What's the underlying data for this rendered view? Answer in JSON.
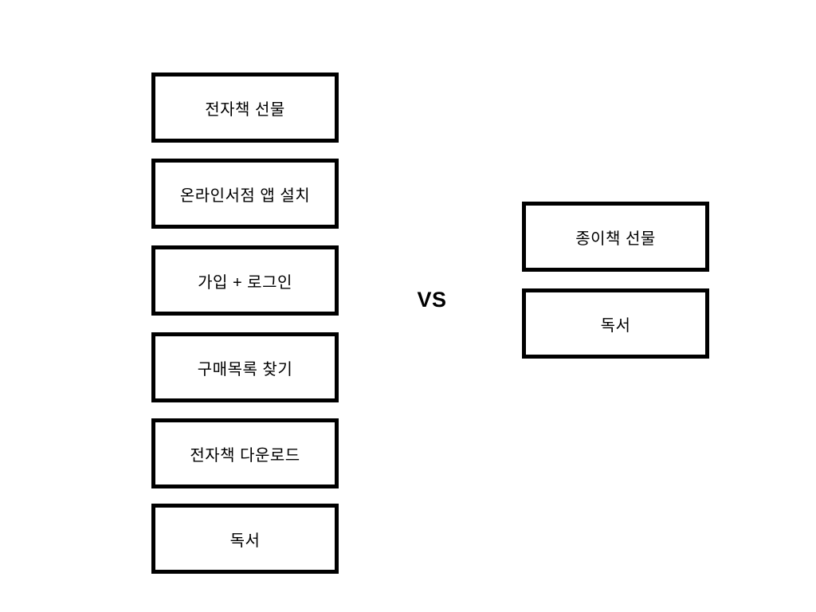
{
  "diagram": {
    "vs_label": "VS",
    "left_flow": {
      "items": [
        "전자책 선물",
        "온라인서점 앱 설치",
        "가입 + 로그인",
        "구매목록 찾기",
        "전자책 다운로드",
        "독서"
      ]
    },
    "right_flow": {
      "items": [
        "종이책 선물",
        "독서"
      ]
    },
    "colors": {
      "background": "#ffffff",
      "box_border": "#000000",
      "text": "#000000"
    }
  }
}
